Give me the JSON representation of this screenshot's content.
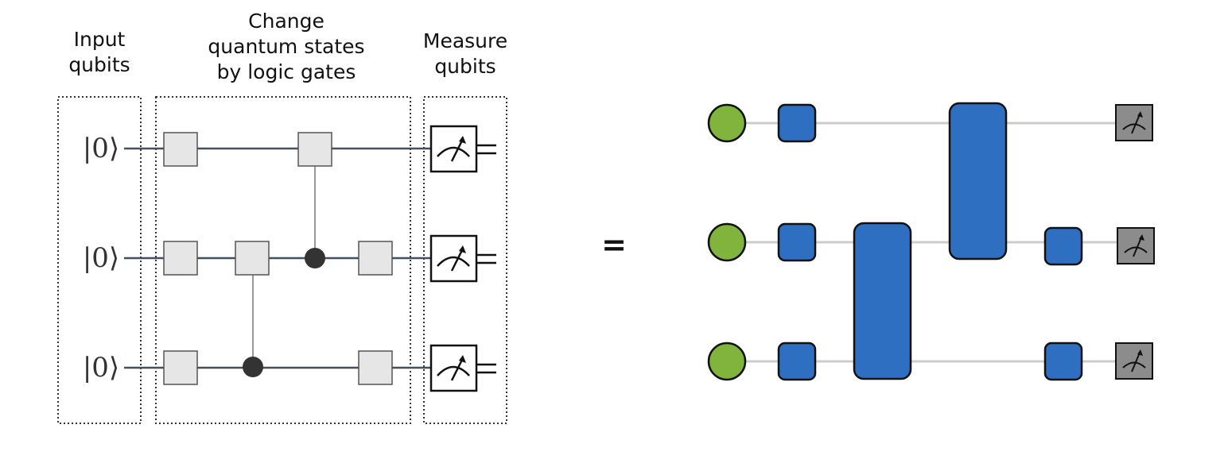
{
  "left_circuit": {
    "headers": {
      "input": "Input\nqubits",
      "change": "Change\nquantum states\nby logic gates",
      "measure": "Measure\nqubits"
    },
    "qubit_states": [
      "|0⟩",
      "|0⟩",
      "|0⟩"
    ]
  },
  "equals_sign": "=",
  "right_circuit": {
    "input_color": "#80b43c",
    "gate_color": "#2f6fc2",
    "measure_color": "#8c8c8c"
  }
}
